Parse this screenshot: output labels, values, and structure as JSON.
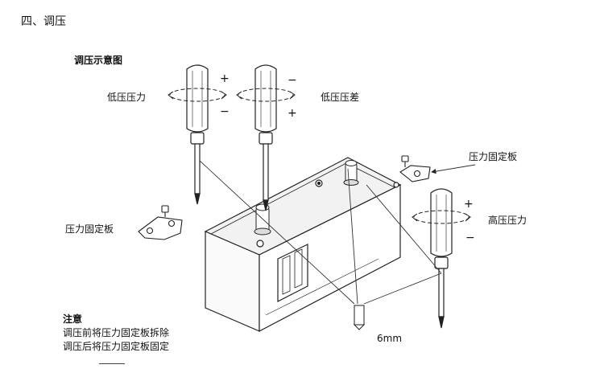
{
  "section_title": "四、调压",
  "diagram_title": "调压示意图",
  "labels": {
    "low_pressure": "低压压力",
    "low_diff": "低压压差",
    "plate_left": "压力固定板",
    "plate_right": "压力固定板",
    "high_pressure": "高压压力",
    "hex_size": "6mm"
  },
  "signs": {
    "plus": "+",
    "minus": "−"
  },
  "note": {
    "title": "注意",
    "lines": [
      "调压前将压力固定板拆除",
      "调压后将压力固定板固定"
    ]
  }
}
